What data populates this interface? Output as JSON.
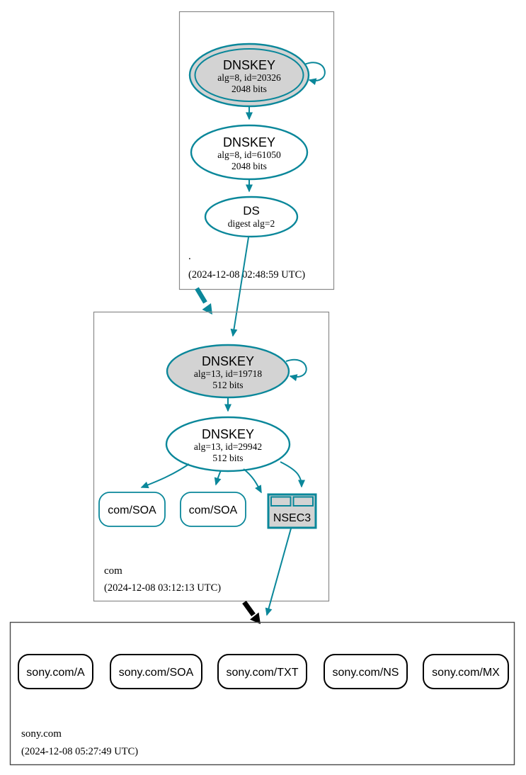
{
  "colors": {
    "secure_teal": "#0a879a",
    "key_fill_gray": "#d3d3d3",
    "insecure_black": "#000000",
    "zone_border_gray": "#8a8a8a",
    "node_fill_white": "#ffffff"
  },
  "root_zone": {
    "label": ".",
    "timestamp": "(2024-12-08 02:48:59 UTC)",
    "ksk": {
      "title": "DNSKEY",
      "detail1": "alg=8, id=20326",
      "detail2": "2048 bits"
    },
    "zsk": {
      "title": "DNSKEY",
      "detail1": "alg=8, id=61050",
      "detail2": "2048 bits"
    },
    "ds": {
      "title": "DS",
      "detail1": "digest alg=2"
    }
  },
  "com_zone": {
    "label": "com",
    "timestamp": "(2024-12-08 03:12:13 UTC)",
    "ksk": {
      "title": "DNSKEY",
      "detail1": "alg=13, id=19718",
      "detail2": "512 bits"
    },
    "zsk": {
      "title": "DNSKEY",
      "detail1": "alg=13, id=29942",
      "detail2": "512 bits"
    },
    "rrsets": [
      "com/SOA",
      "com/SOA"
    ],
    "nsec3_label": "NSEC3"
  },
  "sony_zone": {
    "label": "sony.com",
    "timestamp": "(2024-12-08 05:27:49 UTC)",
    "rrsets": [
      "sony.com/A",
      "sony.com/SOA",
      "sony.com/TXT",
      "sony.com/NS",
      "sony.com/MX"
    ]
  }
}
